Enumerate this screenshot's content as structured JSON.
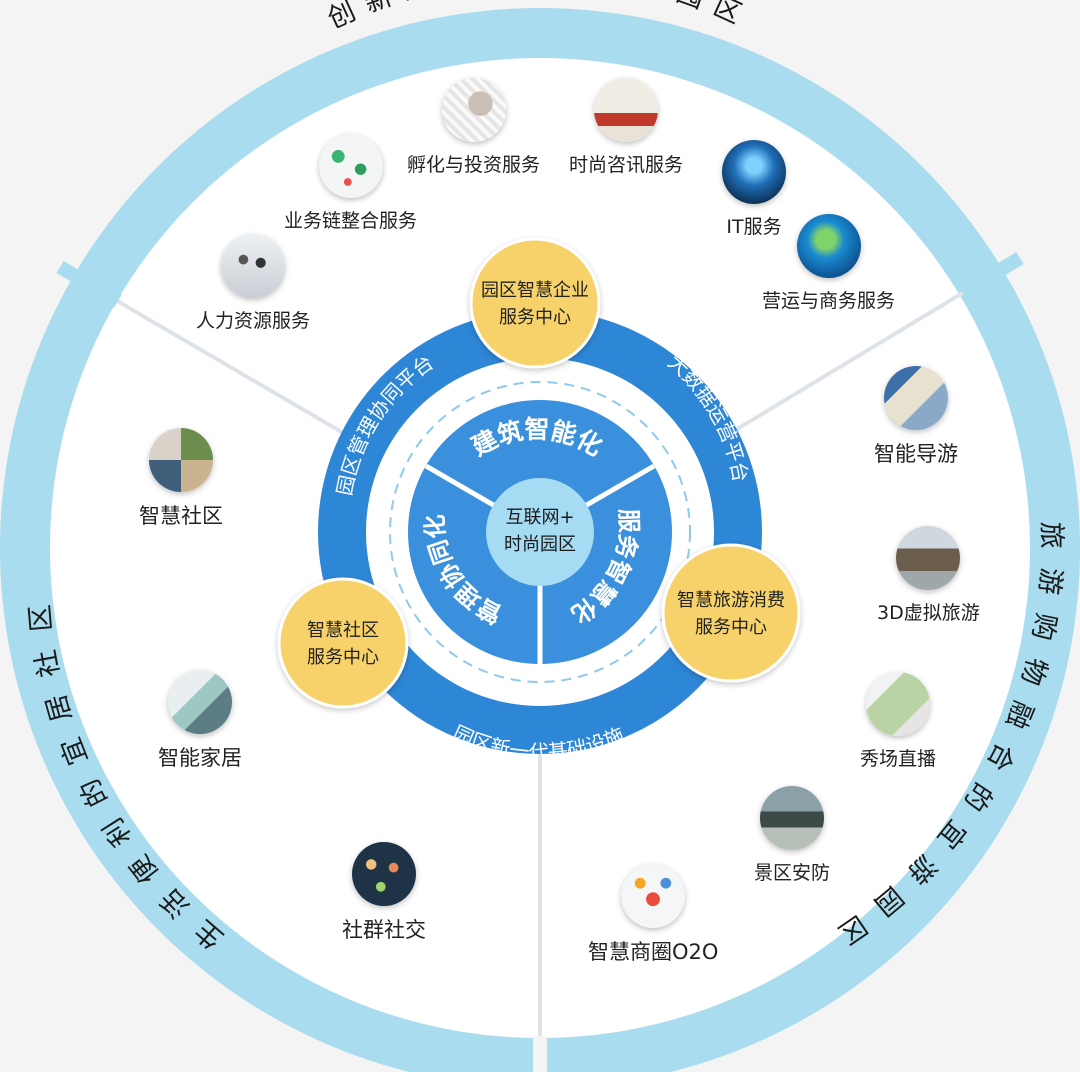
{
  "outer_ring": {
    "top": "创新服务完备的宜业园区",
    "right": "旅游购物融合的宜游园区",
    "left": "生活便利的宜居社区"
  },
  "platforms": {
    "left": "园区管理协同平台",
    "right": "大数据运营平台",
    "bottom": "园区新一代基础设施"
  },
  "centers": {
    "top": [
      "园区智慧企业",
      "服务中心"
    ],
    "left": [
      "智慧社区",
      "服务中心"
    ],
    "right": [
      "智慧旅游消费",
      "服务中心"
    ]
  },
  "inner": {
    "top": "建筑智能化",
    "right": "服务智慧化",
    "left": "管理协同化",
    "core": [
      "互联网+",
      "时尚园区"
    ]
  },
  "services": {
    "business": [
      {
        "id": "hr",
        "label": "人力资源服务",
        "icon": "people-silhouette-icon"
      },
      {
        "id": "chain",
        "label": "业务链整合服务",
        "icon": "network-nodes-icon"
      },
      {
        "id": "incubate",
        "label": "孵化与投资服务",
        "icon": "brain-idea-icon"
      },
      {
        "id": "fashion",
        "label": "时尚咨讯服务",
        "icon": "meeting-icon"
      },
      {
        "id": "it",
        "label": "IT服务",
        "icon": "globe-tech-icon"
      },
      {
        "id": "ops",
        "label": "营运与商务服务",
        "icon": "earth-icon"
      }
    ],
    "tourism": [
      {
        "id": "guide",
        "label": "智能导游",
        "icon": "map-guide-icon"
      },
      {
        "id": "vr",
        "label": "3D虚拟旅游",
        "icon": "building-icon"
      },
      {
        "id": "show",
        "label": "秀场直播",
        "icon": "tablet-map-icon"
      },
      {
        "id": "security",
        "label": "景区安防",
        "icon": "camera-scene-icon"
      },
      {
        "id": "o2o",
        "label": "智慧商圈O2O",
        "icon": "shopping-cart-icon"
      }
    ],
    "community": [
      {
        "id": "smart_comm",
        "label": "智慧社区",
        "icon": "community-photo-icon"
      },
      {
        "id": "home",
        "label": "智能家居",
        "icon": "smart-home-icon"
      },
      {
        "id": "social",
        "label": "社群社交",
        "icon": "social-network-icon"
      }
    ]
  },
  "colors": {
    "outer_ring": "#a9dcee",
    "mid_ring": "#2e86d6",
    "inner_disc": "#3a90dc",
    "core": "#a5dcf3",
    "badge": "#f7d26b",
    "divider": "#dde3e8"
  }
}
